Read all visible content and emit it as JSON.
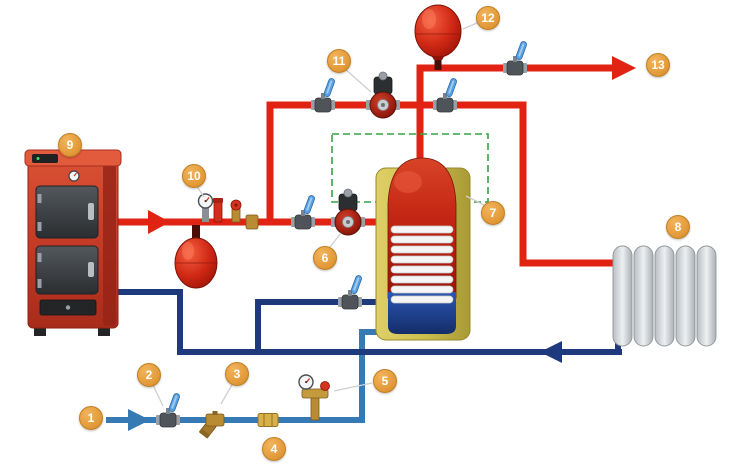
{
  "diagram": {
    "type": "heating-system-piping-schematic",
    "callouts": [
      {
        "number": "1",
        "target": "cold-water-inlet-arrow"
      },
      {
        "number": "2",
        "target": "inlet-shutoff-valve"
      },
      {
        "number": "3",
        "target": "strainer-filter"
      },
      {
        "number": "4",
        "target": "union-coupling"
      },
      {
        "number": "5",
        "target": "cold-safety-group"
      },
      {
        "number": "6",
        "target": "boiler-circulation-pump"
      },
      {
        "number": "7",
        "target": "indirect-water-heater-tank"
      },
      {
        "number": "8",
        "target": "radiator"
      },
      {
        "number": "9",
        "target": "solid-fuel-boiler"
      },
      {
        "number": "10",
        "target": "boiler-safety-group"
      },
      {
        "number": "11",
        "target": "dhw-circulation-pump"
      },
      {
        "number": "12",
        "target": "dhw-expansion-vessel"
      },
      {
        "number": "13",
        "target": "hot-water-outlet-arrow"
      }
    ],
    "colors": {
      "supply_pipe_red": "#e02313",
      "return_pipe_navy": "#1e3a7c",
      "cold_water_blue": "#3579b5",
      "callout_orange": "#e29a39",
      "zone_dashed_green": "#35a342",
      "tank_shell_yellow": "#cdbf4e",
      "vessel_red": "#d02815",
      "valve_handle_blue": "#58a0e0",
      "brass_fitting": "#b98c33"
    }
  }
}
